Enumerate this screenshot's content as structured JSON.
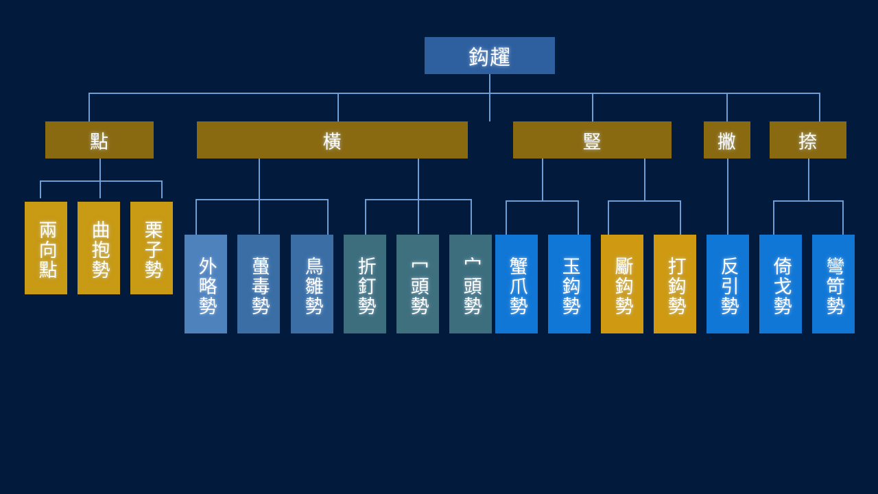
{
  "diagram": {
    "title": "鈎趯",
    "root": {
      "label": "鈎趯"
    },
    "categories": [
      {
        "id": "dian",
        "label": "點"
      },
      {
        "id": "heng",
        "label": "橫"
      },
      {
        "id": "shu",
        "label": "豎"
      },
      {
        "id": "pie",
        "label": "撇"
      },
      {
        "id": "na",
        "label": "捺"
      }
    ],
    "leaves": [
      {
        "id": "liang-xiang-dian",
        "label": "兩向點",
        "parent": "點",
        "style": "gold"
      },
      {
        "id": "qu-bao-shi",
        "label": "曲抱勢",
        "parent": "點",
        "style": "gold"
      },
      {
        "id": "li-zi-shi",
        "label": "栗子勢",
        "parent": "點",
        "style": "gold"
      },
      {
        "id": "wai-lue-shi",
        "label": "外略勢",
        "parent": "橫",
        "style": "blue1"
      },
      {
        "id": "chai-du-shi",
        "label": "蠆毒勢",
        "parent": "橫",
        "style": "blue2"
      },
      {
        "id": "niao-chu-shi",
        "label": "鳥雛勢",
        "parent": "橫",
        "style": "blue2"
      },
      {
        "id": "zhe-ding-shi",
        "label": "折釘勢",
        "parent": "橫",
        "style": "teal1"
      },
      {
        "id": "mi-tou-shi",
        "label": "冖頭勢",
        "parent": "橫",
        "style": "teal2"
      },
      {
        "id": "mian-tou-shi",
        "label": "宀頭勢",
        "parent": "橫",
        "style": "teal1"
      },
      {
        "id": "xie-zhua-shi",
        "label": "蟹爪勢",
        "parent": "豎",
        "style": "bright"
      },
      {
        "id": "yu-gou-shi",
        "label": "玉鈎勢",
        "parent": "豎",
        "style": "bright"
      },
      {
        "id": "zhu-gou-shi",
        "label": "斸鈎勢",
        "parent": "豎",
        "style": "amber"
      },
      {
        "id": "da-gou-shi",
        "label": "打鈎勢",
        "parent": "豎",
        "style": "amber"
      },
      {
        "id": "fan-yin-shi",
        "label": "反引勢",
        "parent": "撇",
        "style": "bright"
      },
      {
        "id": "yi-ge-shi",
        "label": "倚戈勢",
        "parent": "捺",
        "style": "bright"
      },
      {
        "id": "wan-gan-shi",
        "label": "彎笴勢",
        "parent": "捺",
        "style": "bright"
      }
    ],
    "colors": {
      "background": "#021a3c",
      "root_box": "#2e5f9e",
      "category_box": "#8a6a11",
      "connector": "#6d9ed6",
      "leaf_gold": "#c99a13",
      "leaf_blue_light": "#4d82bd",
      "leaf_blue": "#3a6ea5",
      "leaf_teal": "#3d6e7d",
      "leaf_bright_blue": "#1177d6",
      "leaf_amber": "#cf9a12",
      "text": "#ffffff"
    }
  }
}
